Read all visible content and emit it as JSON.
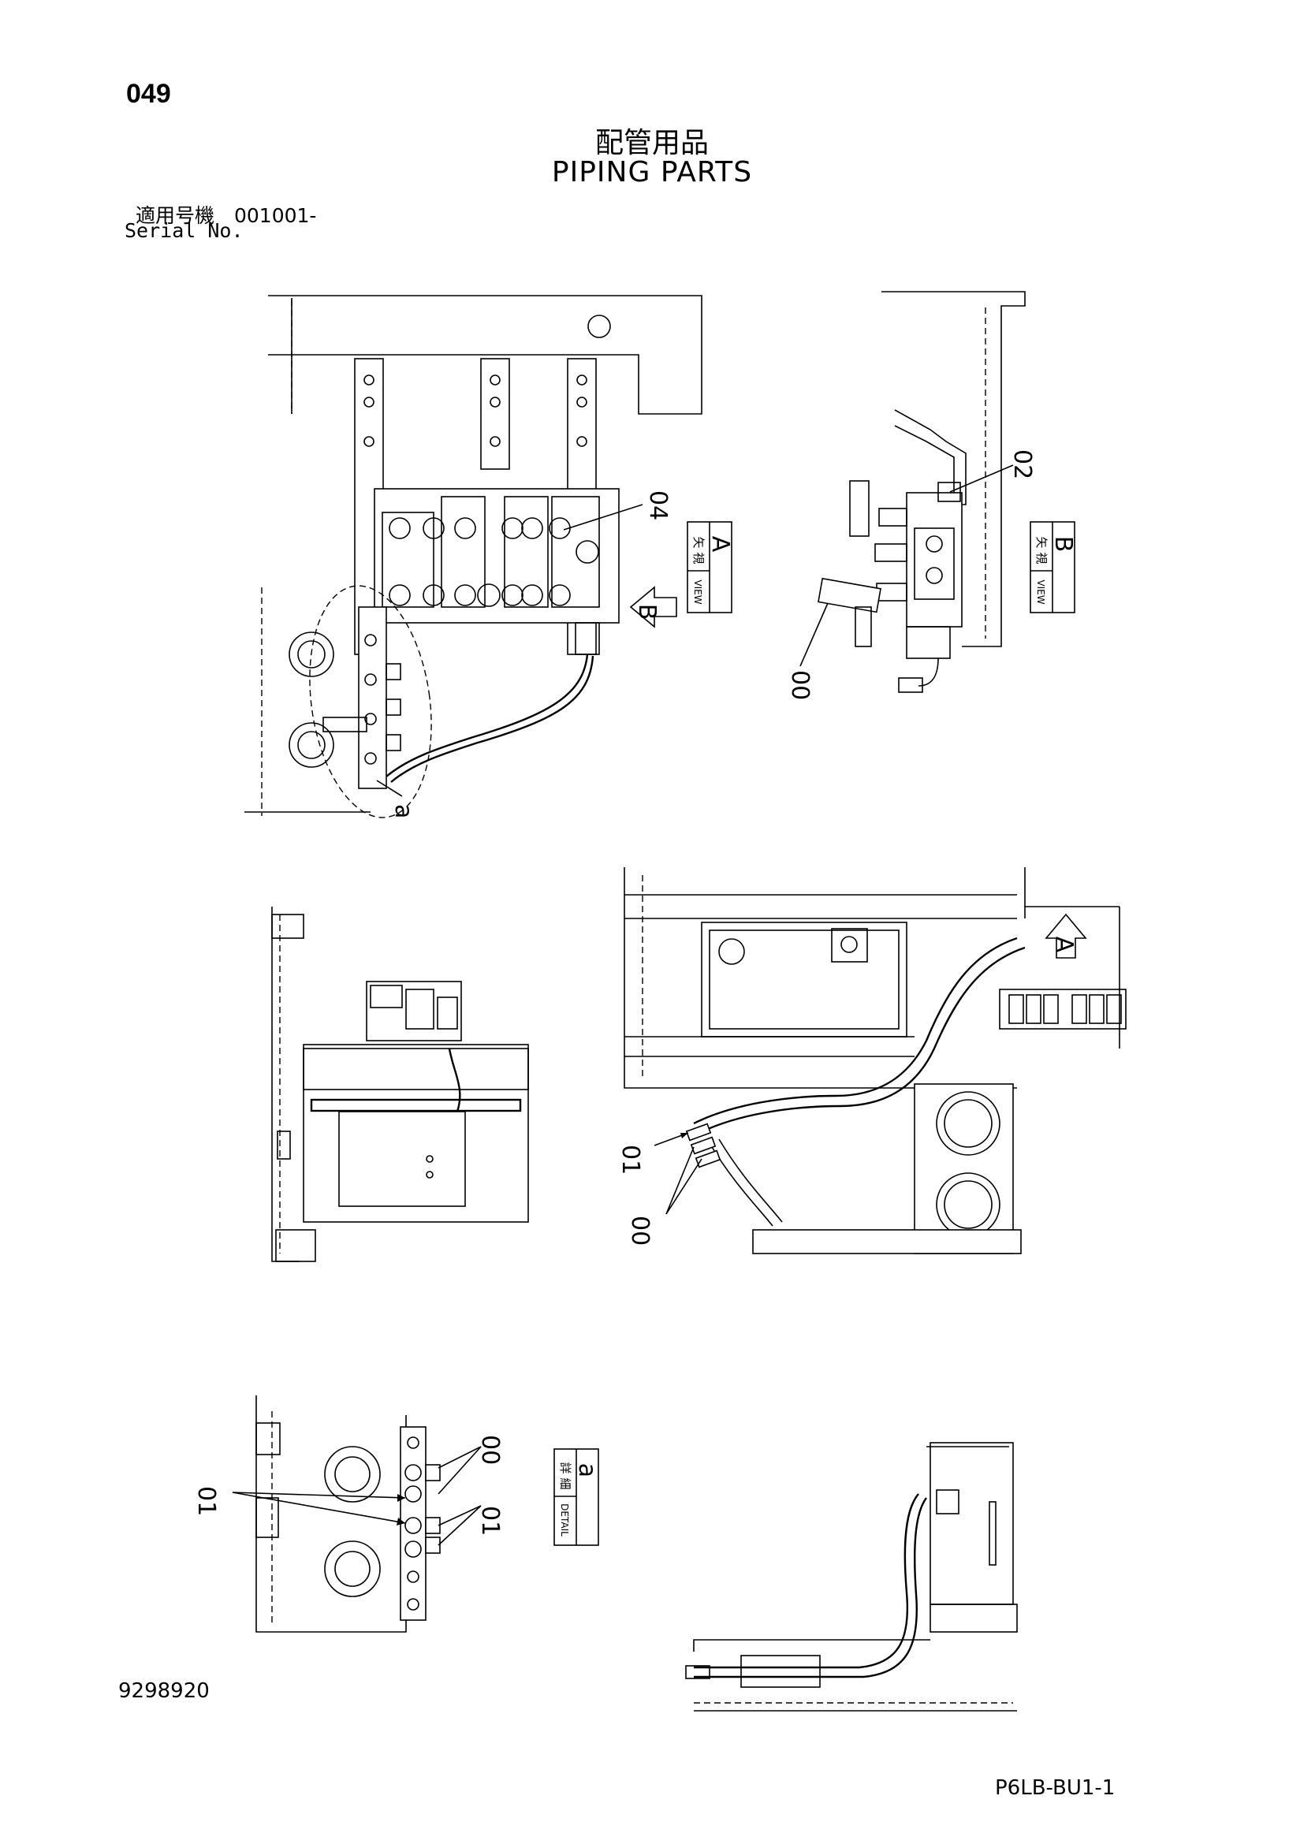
{
  "header": {
    "page_number": "049",
    "title_jp": "配管用品",
    "title_en": "PIPING PARTS",
    "serial_jp": "適用号機　001001-",
    "serial_en": "Serial No."
  },
  "footer": {
    "doc_number": "9298920",
    "ref_code": "P6LB-BU1-1"
  },
  "views": {
    "view_a": {
      "kanji_1": "矢",
      "kanji_2": "視",
      "en": "VIEW",
      "letter": "A"
    },
    "view_b": {
      "kanji_1": "矢",
      "kanji_2": "視",
      "en": "VIEW",
      "letter": "B"
    },
    "detail_a": {
      "kanji_1": "詳",
      "kanji_2": "細",
      "en": "DETAIL",
      "letter": "a"
    }
  },
  "callouts": {
    "view_a_part": "04",
    "view_b_part_top": "02",
    "view_b_part_bottom": "00",
    "view_a_detail_marker": "a",
    "arrow_b": "B",
    "arrow_a": "A",
    "side_part_01": "01",
    "side_part_00": "00",
    "detail_part_00": "00",
    "detail_part_01_left": "01",
    "detail_part_01_right": "01"
  }
}
